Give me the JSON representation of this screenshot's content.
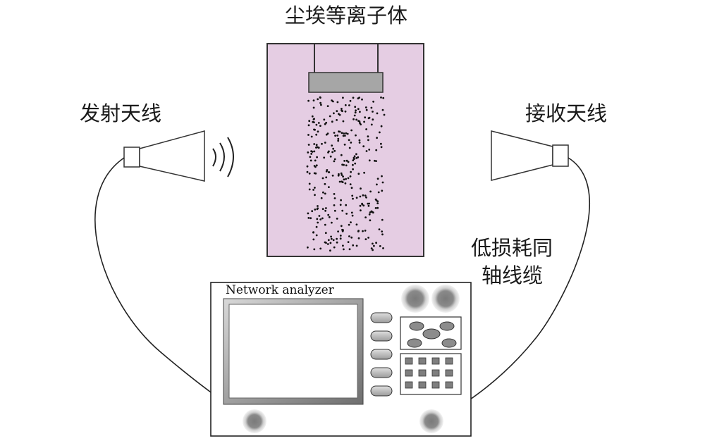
{
  "labels": {
    "plasma_title": "尘埃等离子体",
    "transmit_antenna": "发射天线",
    "receive_antenna": "接收天线",
    "cable_line1": "低损耗同",
    "cable_line2": "轴线缆",
    "analyzer_title": "Network analyzer"
  },
  "colors": {
    "plasma_fill": "#e5cde3",
    "electrode_fill": "#a6a6a6",
    "dust_dot": "#111111",
    "outline": "#222222",
    "screen_frame": "#9a9a9a",
    "button_fill": "#bdbdbd",
    "knob_fill": "#8a8a8a",
    "key_fill": "#7f7f7f"
  },
  "icons": {
    "transmit": "horn-antenna-icon",
    "receive": "horn-antenna-icon",
    "waves": "radio-waves-icon",
    "ports": "coax-port-icon"
  }
}
